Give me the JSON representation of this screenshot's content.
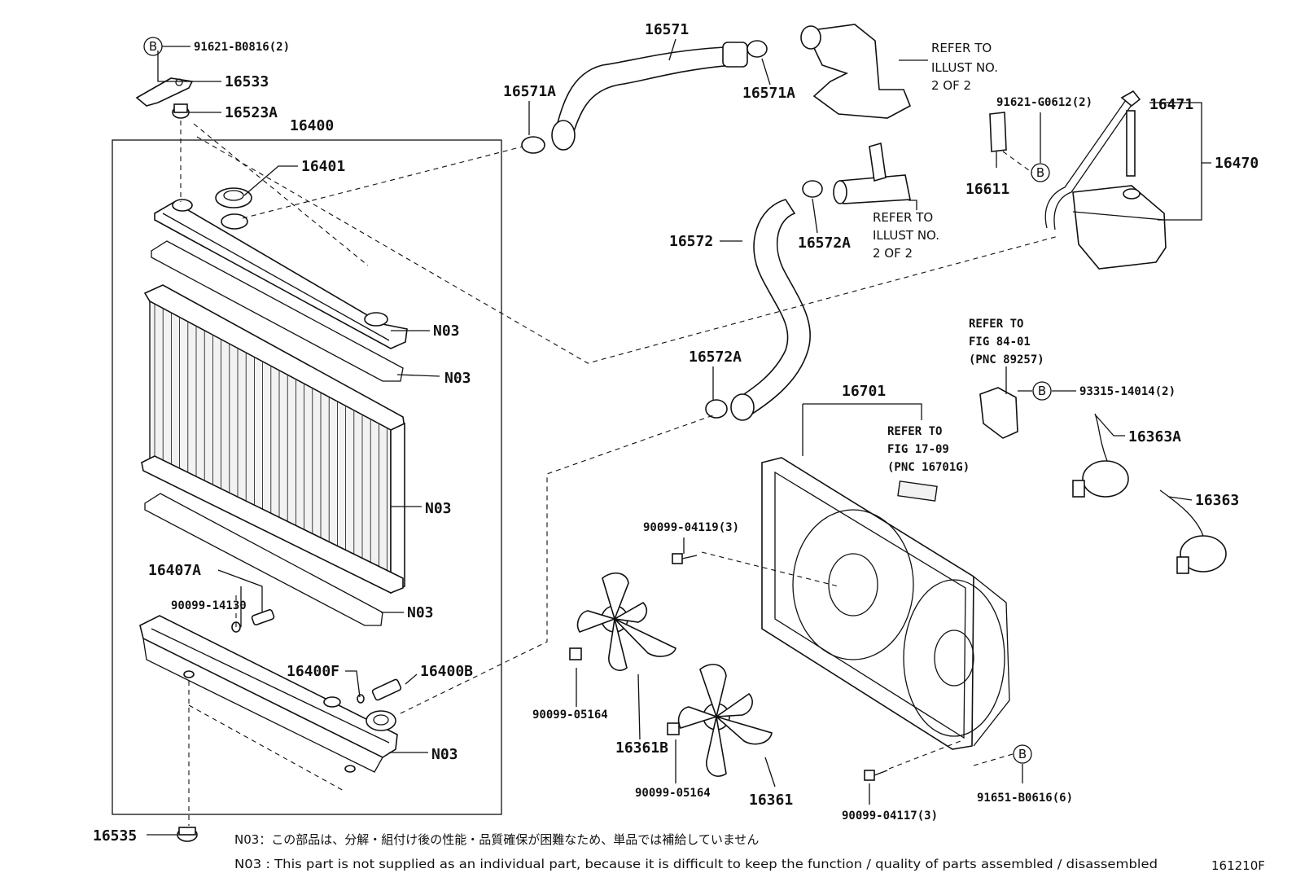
{
  "diagram_code": "161210F",
  "notes": {
    "jp": "N03：この部品は、分解・組付け後の性能・品質確保が困難なため、単品では補給していません",
    "en": "N03 : This part is not supplied as an individual part, because it is difficult to keep the function / quality of parts assembled / disassembled"
  },
  "refs": {
    "illust_upper": [
      "REFER TO",
      "ILLUST NO.",
      "2 OF 2"
    ],
    "illust_mid": [
      "REFER TO",
      "ILLUST NO.",
      "2 OF 2"
    ],
    "fig8401": [
      "REFER TO",
      "FIG 84-01",
      "(PNC 89257)"
    ],
    "fig1709": [
      "REFER TO",
      "FIG 17-09",
      "(PNC 16701G)"
    ]
  },
  "callout_b": "B",
  "parts": {
    "p91621b0816": "91621-B0816(2)",
    "p16533": "16533",
    "p16523a": "16523A",
    "p16400": "16400",
    "p16401": "16401",
    "p16571": "16571",
    "p16571a_left": "16571A",
    "p16571a_right": "16571A",
    "p91621g0612": "91621-G0612(2)",
    "p16471": "16471",
    "p16470": "16470",
    "p16611": "16611",
    "p16572": "16572",
    "p16572a_upper": "16572A",
    "p16572a_lower": "16572A",
    "n03_a": "N03",
    "n03_b": "N03",
    "n03_c": "N03",
    "n03_d": "N03",
    "n03_e": "N03",
    "p16407a": "16407A",
    "p9009914130": "90099-14130",
    "p16400f": "16400F",
    "p16400b": "16400B",
    "p16535": "16535",
    "p16701": "16701",
    "p9331514014": "93315-14014(2)",
    "p16363a": "16363A",
    "p16363": "16363",
    "p9009904119": "90099-04119(3)",
    "p9009905164_left": "90099-05164",
    "p16361b": "16361B",
    "p9009905164_mid": "90099-05164",
    "p16361": "16361",
    "p9009904117": "90099-04117(3)",
    "p91651b0616": "91651-B0616(6)"
  }
}
